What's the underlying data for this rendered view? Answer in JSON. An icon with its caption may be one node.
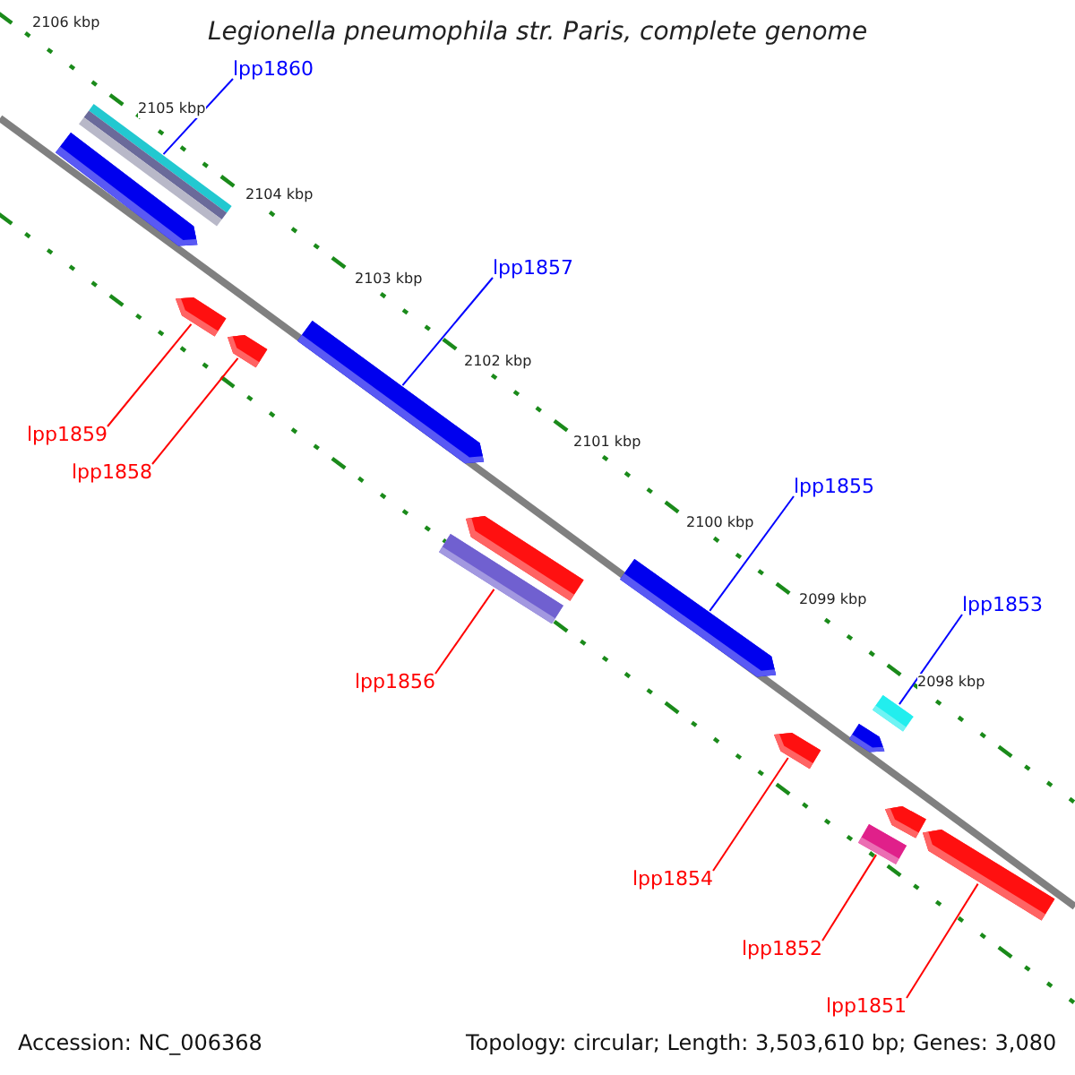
{
  "diagram": {
    "title": "Legionella pneumophila str. Paris, complete genome",
    "nodes": [
      {
        "text": [
          "lpp1860"
        ]
      },
      {
        "text": [
          "lpp1857"
        ]
      },
      {
        "text": [
          "lpp1855"
        ]
      },
      {
        "text": [
          "lpp1853"
        ]
      },
      {
        "text": [
          "lpp1859"
        ]
      },
      {
        "text": [
          "lpp1858"
        ]
      },
      {
        "text": [
          "lpp1856"
        ]
      },
      {
        "text": [
          "lpp1854"
        ]
      },
      {
        "text": [
          "lpp1852"
        ]
      },
      {
        "text": [
          "lpp1851"
        ]
      },
      {
        "text": [],
        "shape": "bar"
      },
      {
        "text": [],
        "shape": "bar"
      },
      {
        "text": [],
        "shape": "bar"
      },
      {
        "text": [],
        "shape": "bar"
      },
      {
        "text": [],
        "shape": "bar"
      },
      {
        "text": [],
        "shape": "bar"
      },
      {
        "text": [],
        "shape": "bar"
      },
      {
        "text": [],
        "shape": "bar"
      },
      {
        "text": [],
        "shape": "bar"
      },
      {
        "text": [],
        "shape": "bar"
      },
      {
        "text": [],
        "shape": "bar"
      },
      {
        "text": [],
        "shape": "bar"
      },
      {
        "text": [],
        "shape": "bar"
      },
      {
        "text": [],
        "shape": "bar"
      }
    ],
    "edges": [
      {
        "from": 0,
        "to": 10,
        "arrow": "none",
        "color": "#0000ff"
      },
      {
        "from": 1,
        "to": 11,
        "arrow": "none",
        "color": "#0000ff"
      },
      {
        "from": 2,
        "to": 12,
        "arrow": "none",
        "color": "#0000ff"
      },
      {
        "from": 3,
        "to": 13,
        "arrow": "none",
        "color": "#0000ff"
      },
      {
        "from": 4,
        "to": 14,
        "arrow": "none"
      },
      {
        "from": 5,
        "to": 15,
        "arrow": "none"
      },
      {
        "from": 6,
        "to": 16,
        "arrow": "none"
      },
      {
        "from": 7,
        "to": 17,
        "arrow": "none"
      },
      {
        "from": 8,
        "to": 18,
        "arrow": "none"
      },
      {
        "from": 9,
        "to": 19,
        "arrow": "none"
      }
    ],
    "labels": [
      "2106 kbp",
      "2105 kbp",
      "2104 kbp",
      "2103 kbp",
      "2102 kbp",
      "2101 kbp",
      "2100 kbp",
      "2099 kbp",
      "2098 kbp",
      "Accession: NC_006368",
      "Topology: circular; Length: 3,503,610 bp; Genes: 3,080"
    ]
  }
}
